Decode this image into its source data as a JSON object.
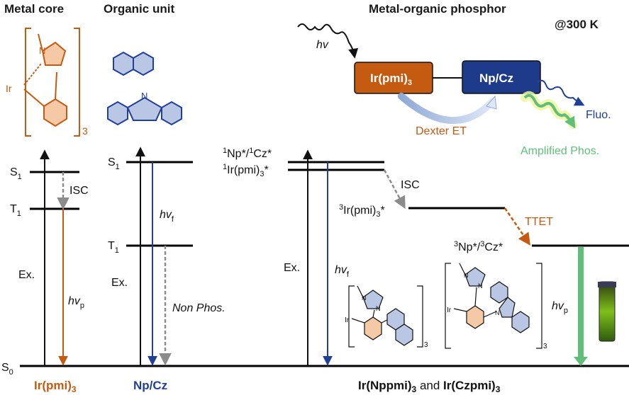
{
  "headers": {
    "metal_core": "Metal core",
    "organic_unit": "Organic unit",
    "phosphor": "Metal-organic phosphor",
    "temperature": "@300 K"
  },
  "metal_core": {
    "s1": "S",
    "s1_sub": "1",
    "t1": "T",
    "t1_sub": "1",
    "isc": "ISC",
    "ex": "Ex.",
    "hv": "hv",
    "hv_sub": "p",
    "label_a": "Ir(pmi)",
    "label_sub": "3",
    "ir": "Ir",
    "n": "N",
    "bracket_sub": "3"
  },
  "organic_unit": {
    "s1": "S",
    "s1_sub": "1",
    "t1": "T",
    "t1_sub": "1",
    "ex": "Ex.",
    "hv": "hv",
    "hv_sub": "f",
    "non_phos": "Non Phos.",
    "label": "Np/Cz",
    "n": "N"
  },
  "ground": {
    "s0": "S",
    "s0_sub": "0"
  },
  "phosphor": {
    "hv_in": "hv",
    "box_ir": "Ir(pmi)",
    "box_ir_sub": "3",
    "box_np": "Np/Cz",
    "dexter": "Dexter ET",
    "fluo": "Fluo.",
    "amplified": "Amplified Phos.",
    "np_cz_s1_sup1": "1",
    "np_cz_s1_a": "Np*/",
    "np_cz_s1_sup2": "1",
    "np_cz_s1_b": "Cz*",
    "ir_s1_sup": "1",
    "ir_s1": "Ir(pmi)",
    "ir_s1_sub": "3",
    "ir_s1_end": "*",
    "isc": "ISC",
    "ir_t1_sup": "3",
    "ir_t1": "Ir(pmi)",
    "ir_t1_sub": "3",
    "ir_t1_end": "*",
    "ttet": "TTET",
    "np_t1_sup1": "3",
    "np_t1_a": "Np*/",
    "np_t1_sup2": "3",
    "np_t1_b": "Cz*",
    "ex": "Ex.",
    "hv_f": "hv",
    "hv_f_sub": "f",
    "hv_p": "hv",
    "hv_p_sub": "p",
    "bottom_a": "Ir(Nppmi)",
    "bottom_a_sub": "3",
    "bottom_and": " and ",
    "bottom_b": "Ir(Czpmi)",
    "bottom_b_sub": "3",
    "mol1_ir": "Ir",
    "mol1_n1": "N",
    "mol1_n2": "N",
    "mol1_sub": "3",
    "mol2_ir": "Ir",
    "mol2_n1": "N",
    "mol2_n2": "N",
    "mol2_n3": "N",
    "mol2_sub": "3"
  },
  "colors": {
    "orange": "#c55a11",
    "navy": "#1f3f99",
    "green": "#5fbf7a",
    "gray": "#8c8c8c",
    "box_orange": "#c55a11",
    "box_navy": "#1e3a8a"
  }
}
